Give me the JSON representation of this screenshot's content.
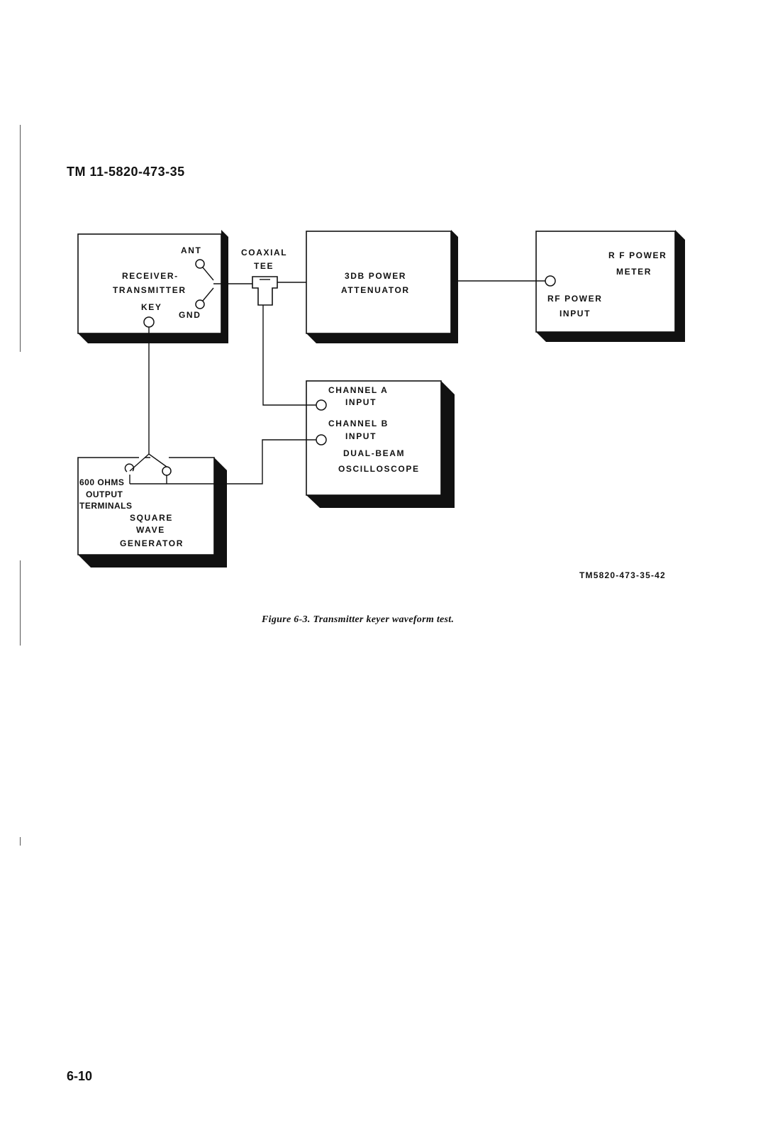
{
  "header": {
    "doc_number": "TM 11-5820-473-35"
  },
  "page_number": "6-10",
  "figure": {
    "caption": "Figure 6-3. Transmitter keyer waveform test.",
    "figure_id": "TM5820-473-35-42"
  },
  "blocks": {
    "receiver_transmitter": {
      "line1": "RECEIVER-",
      "line2": "TRANSMITTER",
      "ant": "ANT",
      "gnd": "GND",
      "key": "KEY"
    },
    "coaxial_tee": {
      "line1": "COAXIAL",
      "line2": "TEE"
    },
    "attenuator": {
      "line1": "3DB POWER",
      "line2": "ATTENUATOR"
    },
    "rf_power_meter": {
      "line1": "R F POWER",
      "line2": "METER",
      "input_line1": "RF POWER",
      "input_line2": "INPUT"
    },
    "oscilloscope": {
      "ch_a_line1": "CHANNEL A",
      "ch_a_line2": "INPUT",
      "ch_b_line1": "CHANNEL B",
      "ch_b_line2": "INPUT",
      "line1": "DUAL-BEAM",
      "line2": "OSCILLOSCOPE"
    },
    "square_wave_generator": {
      "ohms": "600 OHMS",
      "out_line1": "OUTPUT",
      "out_line2": "TERMINALS",
      "line1": "SQUARE",
      "line2": "WAVE",
      "line3": "GENERATOR"
    }
  }
}
